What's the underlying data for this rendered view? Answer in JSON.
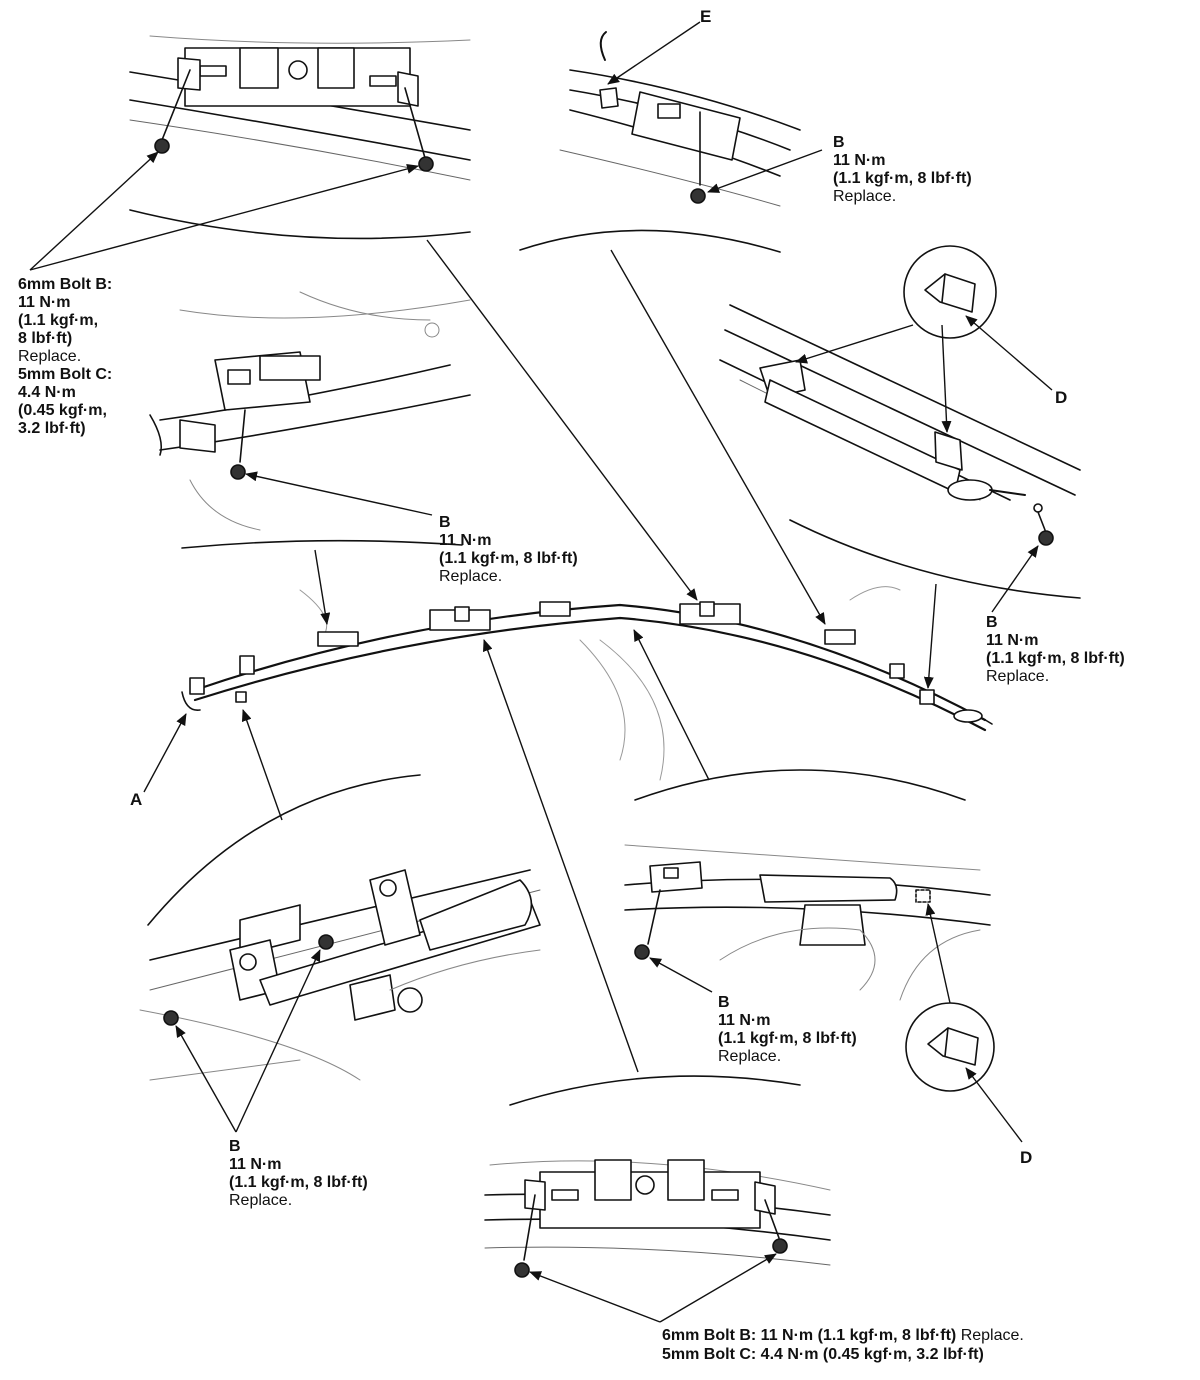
{
  "labels": {
    "a": "A",
    "e": "E",
    "d_top": "D",
    "d_bottom": "D",
    "b": "B"
  },
  "torque": {
    "value": "11 N·m",
    "detail": "(1.1 kgf·m, 8 lbf·ft)",
    "replace": "Replace."
  },
  "left_spec": {
    "bolt_b": "6mm Bolt B:",
    "bolt_b_value": "11 N·m",
    "bolt_b_detail_1": "(1.1 kgf·m,",
    "bolt_b_detail_2": "8 lbf·ft)",
    "replace": "Replace.",
    "bolt_c": "5mm Bolt C:",
    "bolt_c_value": "4.4 N·m",
    "bolt_c_detail_1": "(0.45 kgf·m,",
    "bolt_c_detail_2": "3.2 lbf·ft)"
  },
  "bottom_spec": {
    "line1_bold": "6mm Bolt B: 11 N·m (1.1 kgf·m, 8 lbf·ft)",
    "line1_normal": " Replace.",
    "line2_bold": "5mm Bolt C: 4.4 N·m (0.45 kgf·m, 3.2 lbf·ft)"
  }
}
